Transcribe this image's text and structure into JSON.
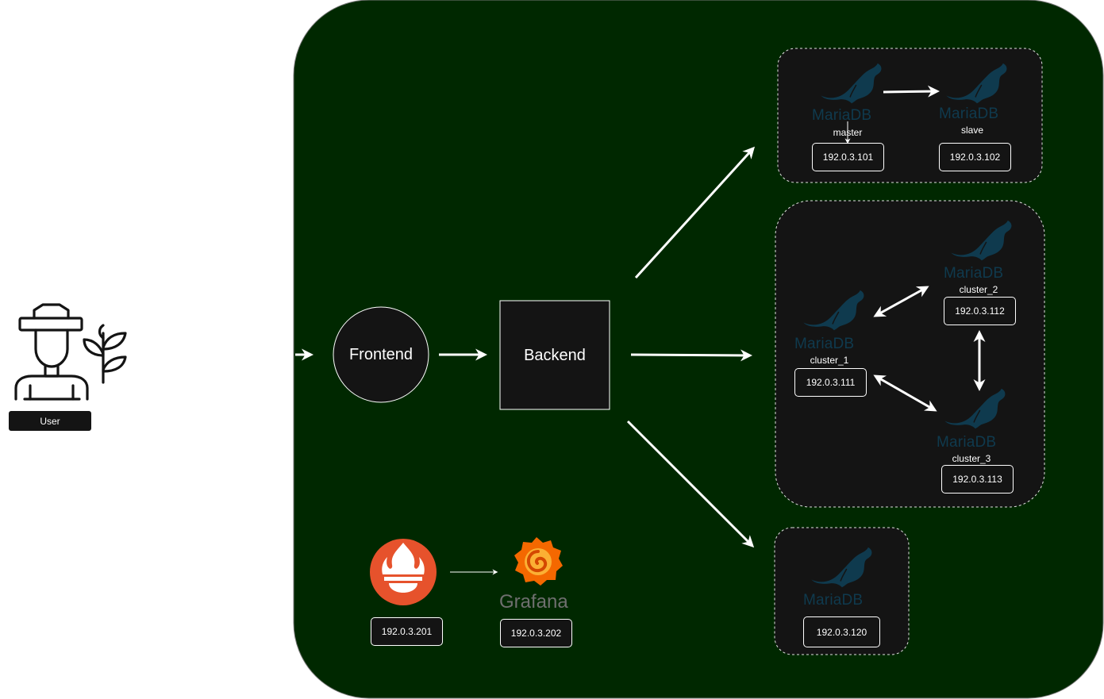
{
  "user": {
    "label": "User"
  },
  "frontend": {
    "label": "Frontend"
  },
  "backend": {
    "label": "Backend"
  },
  "replication": {
    "master": {
      "role": "master",
      "ip": "192.0.3.101",
      "logo": "MariaDB"
    },
    "slave": {
      "role": "slave",
      "ip": "192.0.3.102",
      "logo": "MariaDB"
    }
  },
  "cluster": {
    "node1": {
      "role": "cluster_1",
      "ip": "192.0.3.111",
      "logo": "MariaDB"
    },
    "node2": {
      "role": "cluster_2",
      "ip": "192.0.3.112",
      "logo": "MariaDB"
    },
    "node3": {
      "role": "cluster_3",
      "ip": "192.0.3.113",
      "logo": "MariaDB"
    }
  },
  "standalone": {
    "ip": "192.0.3.120",
    "logo": "MariaDB"
  },
  "monitoring": {
    "prometheus": {
      "ip": "192.0.3.201",
      "icon": "prometheus-icon"
    },
    "grafana": {
      "ip": "192.0.3.202",
      "logo": "Grafana",
      "icon": "grafana-icon"
    }
  },
  "colors": {
    "environment": "#002800",
    "node": "#141414",
    "mariadb": "#0f3a4e",
    "prometheus": "#e6522c",
    "grafana": "#f46800"
  }
}
